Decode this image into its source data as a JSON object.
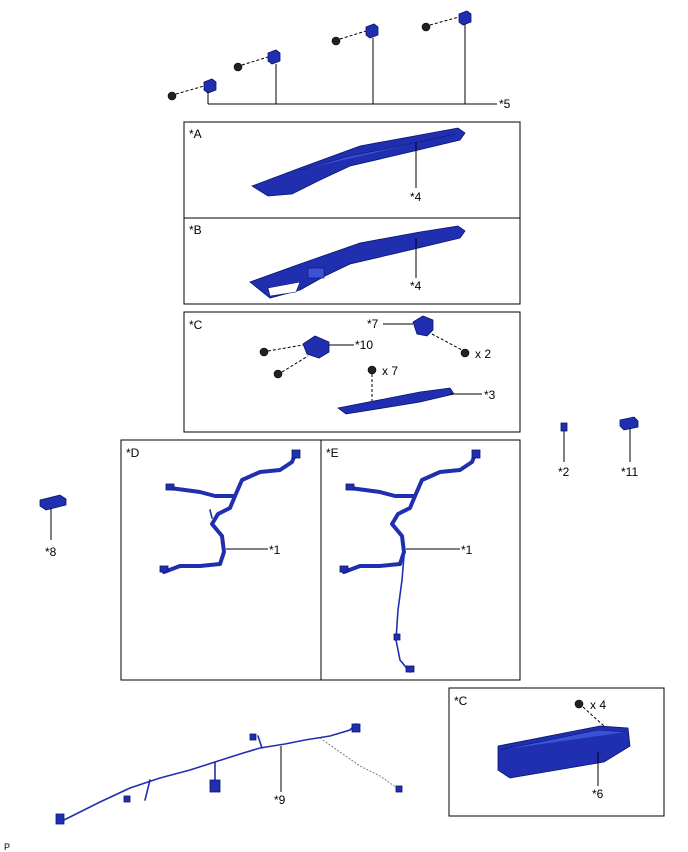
{
  "labels": {
    "p5": "*5",
    "boxA": "*A",
    "p4a": "*4",
    "boxB": "*B",
    "p4b": "*4",
    "boxC1": "*C",
    "p7": "*7",
    "p10": "*10",
    "x2": "x 2",
    "x7": "x 7",
    "p3": "*3",
    "p2": "*2",
    "p11": "*11",
    "boxD": "*D",
    "p1d": "*1",
    "boxE": "*E",
    "p1e": "*1",
    "p8": "*8",
    "boxC2": "*C",
    "x4": "x 4",
    "p6": "*6",
    "p9": "*9",
    "corner": "P"
  }
}
